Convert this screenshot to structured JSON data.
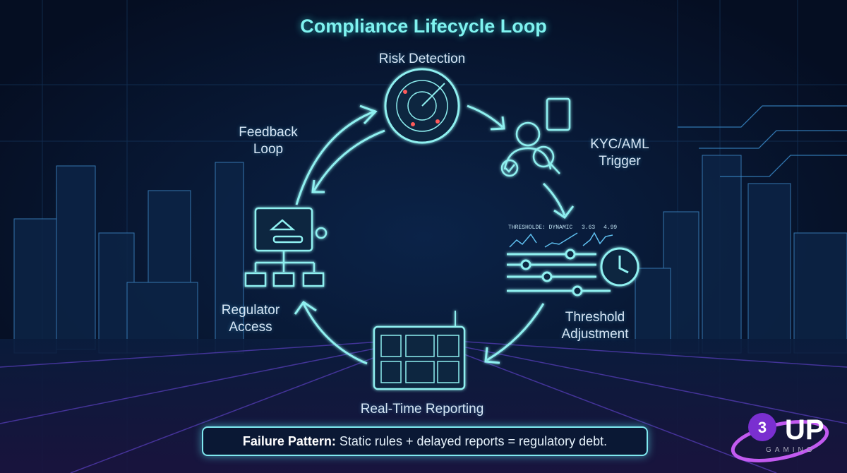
{
  "title": "Compliance Lifecycle Loop",
  "stages": [
    {
      "id": "risk-detection",
      "label_lines": [
        "Risk Detection"
      ]
    },
    {
      "id": "kyc-aml-trigger",
      "label_lines": [
        "KYC/AML",
        "Trigger"
      ]
    },
    {
      "id": "threshold-adjustment",
      "label_lines": [
        "Threshold",
        "Adjustment"
      ]
    },
    {
      "id": "real-time-reporting",
      "label_lines": [
        "Real-Time Reporting"
      ]
    },
    {
      "id": "regulator-access",
      "label_lines": [
        "Regulator",
        "Access"
      ]
    },
    {
      "id": "feedback-loop",
      "label_lines": [
        "Feedback",
        "Loop"
      ]
    }
  ],
  "threshold_panel": {
    "caption": "THRESHOLDE: DYNAMIC",
    "value_1": "3.63",
    "value_2": "4.99"
  },
  "banner": {
    "bold": "Failure Pattern:",
    "text": " Static rules + delayed reports = regulatory debt."
  },
  "logo": {
    "text": "3UP GAMING"
  },
  "colors": {
    "accent": "#7ff3f0",
    "background": "#06122a",
    "logo_purple": "#a64bf0"
  }
}
